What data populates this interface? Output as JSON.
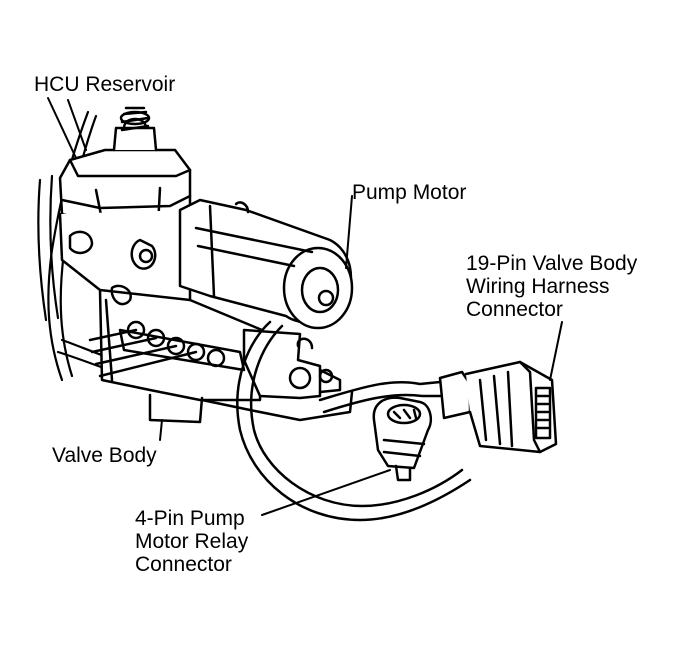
{
  "labels": {
    "hcu_reservoir": "HCU Reservoir",
    "pump_motor": "Pump Motor",
    "harness_connector": [
      "19-Pin Valve Body",
      "Wiring Harness",
      "Connector"
    ],
    "valve_body": "Valve Body",
    "relay_connector": [
      "4-Pin Pump",
      "Motor Relay",
      "Connector"
    ]
  },
  "colors": {
    "ink": "#000000",
    "paper": "#ffffff"
  }
}
